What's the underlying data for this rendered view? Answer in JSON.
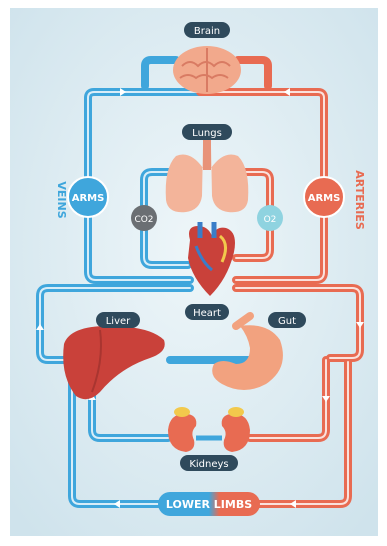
{
  "colors": {
    "vein": "#3fa6dc",
    "artery": "#e86b52",
    "label_bg": "#2f4a5c",
    "organ_lungs": "#f3b49a",
    "organ_liver": "#c9413a",
    "organ_gut": "#f2a27f",
    "organ_brain": "#f2a98c",
    "background": "#d8eaf1"
  },
  "diagram": {
    "labels": {
      "brain": "Brain",
      "lungs": "Lungs",
      "heart": "Heart",
      "liver": "Liver",
      "gut": "Gut",
      "kidneys": "Kidneys",
      "lower_limbs": "LOWER LIMBS",
      "arms_left": "ARMS",
      "arms_right": "ARMS",
      "veins": "VEINS",
      "arteries": "ARTERIES",
      "co2": "CO2",
      "o2": "O2"
    },
    "icons": [
      "brain-icon",
      "lungs-icon",
      "heart-icon",
      "liver-icon",
      "stomach-icon",
      "kidneys-icon",
      "flow-arrow-icon"
    ]
  }
}
